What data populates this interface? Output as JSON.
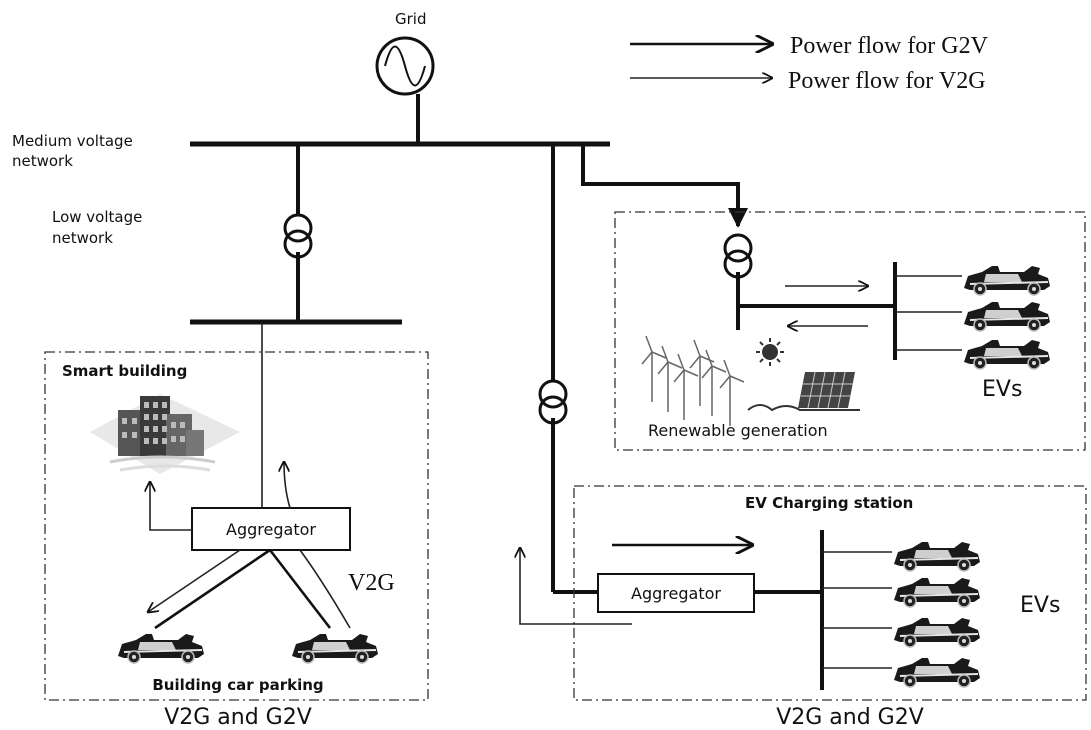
{
  "grid": {
    "label": "Grid"
  },
  "legend": {
    "g2v": "Power flow for G2V",
    "v2g": "Power flow for V2G"
  },
  "network": {
    "medium_voltage_line1": "Medium voltage",
    "medium_voltage_line2": "network",
    "low_voltage_line1": "Low voltage",
    "low_voltage_line2": "network"
  },
  "smart_building": {
    "title": "Smart building",
    "aggregator": "Aggregator",
    "v2g_label": "V2G",
    "parking": "Building car parking",
    "caption": "V2G and G2V"
  },
  "renewable": {
    "title": "Renewable generation",
    "evs": "EVs"
  },
  "charging_station": {
    "title": "EV Charging station",
    "aggregator": "Aggregator",
    "evs": "EVs",
    "caption": "V2G and G2V"
  },
  "colors": {
    "line": "#111111",
    "frame": "#333333",
    "background": "#ffffff"
  },
  "icons": [
    "ac-source-icon",
    "transformer-icon",
    "building-icon",
    "race-car-icon",
    "wind-turbine-icon",
    "sun-icon",
    "solar-panel-icon",
    "arrow-icon"
  ]
}
